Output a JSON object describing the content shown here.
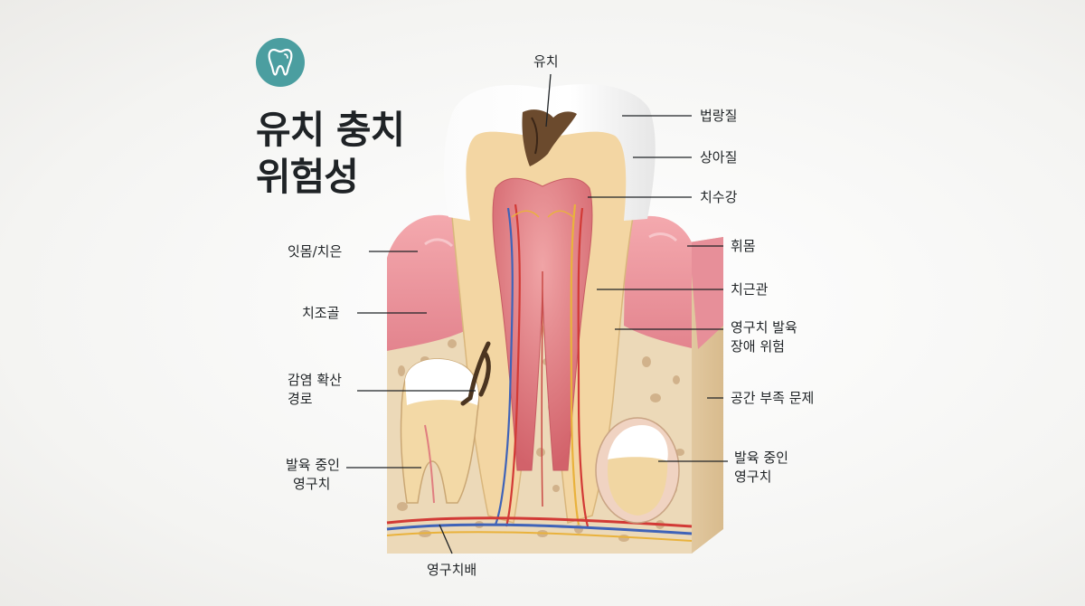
{
  "title_line1": "유치 충치",
  "title_line2": "위험성",
  "logo_icon": "tooth-icon",
  "colors": {
    "accent": "#4b9ea0",
    "gum": "#e58b94",
    "bone": "#ead6b4",
    "dentin": "#f2d7a3",
    "pulp": "#d96b72",
    "enamel": "#ffffff",
    "nerve_blue": "#3f63b8",
    "nerve_red": "#d23a36",
    "nerve_yellow": "#e9b23c"
  },
  "labels": {
    "top": "유치",
    "enamel": "법랑질",
    "dentin": "상아질",
    "pulp_chamber": "치수강",
    "gum_right": "휘몸",
    "root_canal": "치근관",
    "dev_risk": [
      "영구치 발육",
      "장애 위험"
    ],
    "space_problem": "공간 부족 문제",
    "developing_right": [
      "발육 중인",
      "영구치"
    ],
    "gum_left": "잇몸/치은",
    "alveolar_bone": "치조골",
    "infection_path": [
      "감염 확산",
      "경로"
    ],
    "developing_left": [
      "발육 중인",
      "영구치"
    ],
    "tooth_germ": "영구치배"
  }
}
